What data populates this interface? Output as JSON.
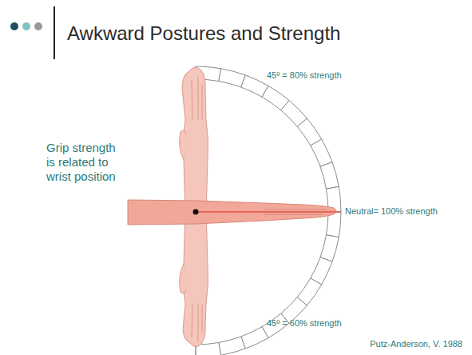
{
  "diagram": {
    "title": "Awkward Postures and Strength",
    "labels": [
      "Grip strength is related to wrist position",
      "45º = 80% strength",
      "Neutral= 100% strength",
      "45º = 60% strength",
      "Putz-Anderson, V. 1988"
    ]
  }
}
